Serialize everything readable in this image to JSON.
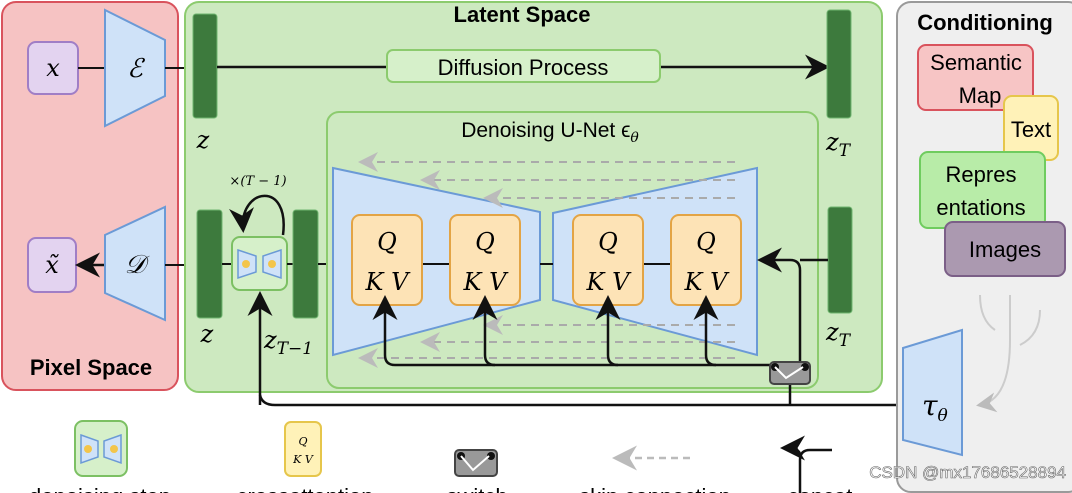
{
  "pixel_space": {
    "title": "Pixel Space",
    "input": "x",
    "output": "x̃",
    "encoder": "ℰ",
    "decoder": "𝒟"
  },
  "latent_space": {
    "title": "Latent Space",
    "diffusion_process": "Diffusion Process",
    "z_top": "z",
    "zT_top": "z",
    "zT_top_sub": "T",
    "z_bottom": "z",
    "zT1": "z",
    "zT1_sub": "T−1",
    "zT_bottom": "z",
    "zT_bottom_sub": "T",
    "repeat_label": "×(T − 1)"
  },
  "unet": {
    "title": "Denoising U-Net ϵ",
    "title_sub": "θ",
    "attention_blocks": [
      {
        "q": "Q",
        "kv": "K V"
      },
      {
        "q": "Q",
        "kv": "K V"
      },
      {
        "q": "Q",
        "kv": "K V"
      },
      {
        "q": "Q",
        "kv": "K V"
      }
    ]
  },
  "conditioning": {
    "title": "Conditioning",
    "semantic_map": [
      "Semantic",
      "Map"
    ],
    "text": "Text",
    "representations": [
      "Repres",
      "entations"
    ],
    "images": "Images",
    "tau": "τ",
    "tau_sub": "θ"
  },
  "legend": {
    "items": [
      "denoising step",
      "crossattention",
      "switch",
      "skip connection",
      "concat"
    ],
    "qkv_q": "Q",
    "qkv_kv": "K V"
  },
  "watermark": "CSDN @mx17686528894",
  "colors": {
    "pixel_fill": "#f6c3c3",
    "pixel_stroke": "#d9535d",
    "latent_fill": "#cde9c0",
    "latent_stroke": "#8ccb6e",
    "bar": "#3d7a3d",
    "trap_fill": "#cfe2f8",
    "trap_stroke": "#6b9ad6",
    "qkv_fill": "#fde3b6",
    "qkv_stroke": "#e3a445",
    "cond_fill": "#efefef",
    "cond_stroke": "#9a9a9a"
  }
}
